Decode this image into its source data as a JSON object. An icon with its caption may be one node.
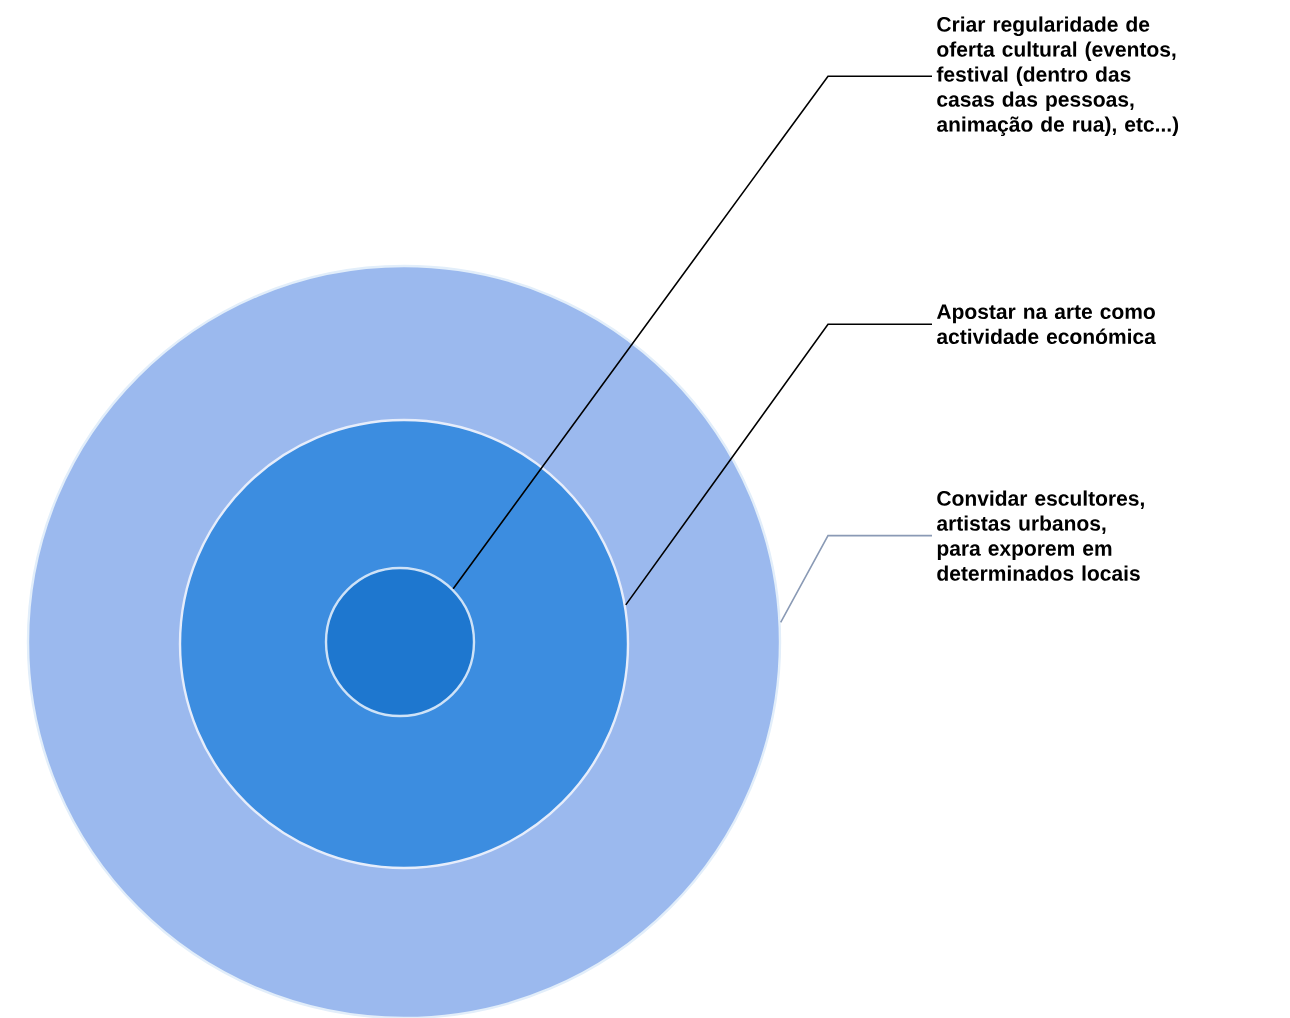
{
  "diagram": {
    "nodes": [
      {
        "text": [],
        "shape": "circle"
      },
      {
        "text": [],
        "shape": "circle",
        "in": 0
      },
      {
        "text": [],
        "shape": "circle",
        "in": 1
      },
      {
        "text": [
          "Criar regularidade de oferta cultural (eventos, festival (dentro das casas das pessoas, animação de rua), etc...)"
        ]
      },
      {
        "text": [
          "Apostar na arte como actividade económica"
        ]
      },
      {
        "text": [
          "Convidar escultores, artistas urbanos, para exporem em determinados locais"
        ]
      }
    ],
    "edges": [
      {
        "from": 3,
        "to": 2,
        "arrow": "none"
      },
      {
        "from": 4,
        "to": 1,
        "arrow": "none"
      },
      {
        "from": 5,
        "to": 0,
        "arrow": "none",
        "color": "#8a9ab5"
      }
    ]
  }
}
